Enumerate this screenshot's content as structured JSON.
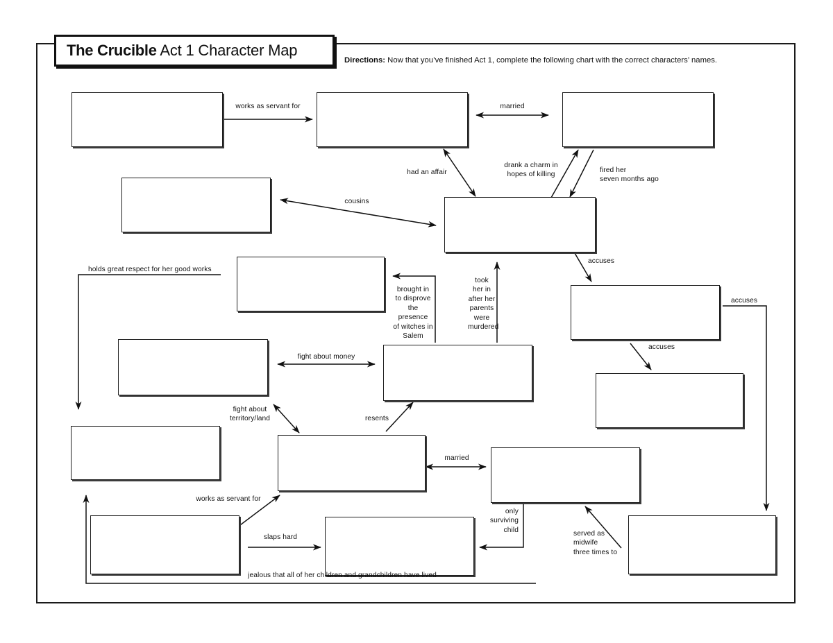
{
  "worksheet": {
    "title_bold": "The Crucible",
    "title_rest": " Act 1 Character Map",
    "directions_label": "Directions:",
    "directions_text": " Now that you’ve finished Act 1, complete the following chart with the correct characters’ names.",
    "colors": {
      "ink": "#111111",
      "box_border": "#1d1d1d",
      "paper": "#ffffff",
      "shadow": "#3a3a3a"
    }
  },
  "boxes": [
    {
      "id": "box-1",
      "label": ""
    },
    {
      "id": "box-2",
      "label": ""
    },
    {
      "id": "box-3",
      "label": ""
    },
    {
      "id": "box-4",
      "label": ""
    },
    {
      "id": "box-5",
      "label": ""
    },
    {
      "id": "box-6",
      "label": ""
    },
    {
      "id": "box-7",
      "label": ""
    },
    {
      "id": "box-8",
      "label": ""
    },
    {
      "id": "box-9",
      "label": ""
    },
    {
      "id": "box-10",
      "label": ""
    },
    {
      "id": "box-11",
      "label": ""
    },
    {
      "id": "box-12",
      "label": ""
    },
    {
      "id": "box-13",
      "label": ""
    },
    {
      "id": "box-14",
      "label": ""
    },
    {
      "id": "box-15",
      "label": ""
    },
    {
      "id": "box-16",
      "label": ""
    }
  ],
  "relationships": [
    {
      "id": "rel-works-as-servant-for-top",
      "text": "works as servant for"
    },
    {
      "id": "rel-married-top",
      "text": "married"
    },
    {
      "id": "rel-had-an-affair",
      "text": "had an affair"
    },
    {
      "id": "rel-drank-a-charm",
      "text": "drank a charm in\nhopes of killing"
    },
    {
      "id": "rel-fired-her",
      "text": "fired her\nseven months ago"
    },
    {
      "id": "rel-cousins",
      "text": "cousins"
    },
    {
      "id": "rel-accuses-1",
      "text": "accuses"
    },
    {
      "id": "rel-accuses-2",
      "text": "accuses"
    },
    {
      "id": "rel-accuses-3",
      "text": "accuses"
    },
    {
      "id": "rel-holds-great-respect",
      "text": "holds great respect for her good works"
    },
    {
      "id": "rel-brought-in-to-disprove",
      "text": "brought in\nto disprove\nthe presence\nof witches in\nSalem"
    },
    {
      "id": "rel-took-her-in",
      "text": "took\nher in\nafter her\nparents\nwere\nmurdered"
    },
    {
      "id": "rel-fight-about-money",
      "text": "fight about money"
    },
    {
      "id": "rel-fight-about-territory",
      "text": "fight about\nterritory/land"
    },
    {
      "id": "rel-resents",
      "text": "resents"
    },
    {
      "id": "rel-married-bottom",
      "text": "married"
    },
    {
      "id": "rel-works-as-servant-for-bottom",
      "text": "works as servant for"
    },
    {
      "id": "rel-slaps-hard",
      "text": "slaps hard"
    },
    {
      "id": "rel-only-surviving-child",
      "text": "only\nsurviving\nchild"
    },
    {
      "id": "rel-served-as-midwife",
      "text": "served as\nmidwife\nthree times to"
    },
    {
      "id": "rel-jealous",
      "text": "jealous that all of her children and grandchildren have lived"
    }
  ]
}
